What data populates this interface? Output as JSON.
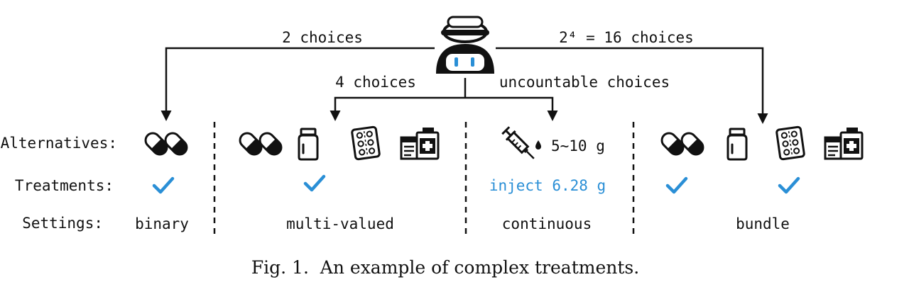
{
  "branches": {
    "binary_count": "2 choices",
    "multi_count": "4 choices",
    "continuous_count": "uncountable choices",
    "bundle_count": "2⁴ = 16 choices"
  },
  "rows": {
    "alternatives": "Alternatives:",
    "treatments": "Treatments:",
    "settings": "Settings:"
  },
  "dose_range": "5~10 g",
  "inject_amount": "inject 6.28 g",
  "settings": {
    "binary": "binary",
    "multi": "multi-valued",
    "continuous": "continuous",
    "bundle": "bundle"
  },
  "caption": "Fig. 1.  An example of complex treatments.",
  "colors": {
    "check": "#2a8fd6",
    "robot_eyes": "#2a8fd6",
    "ink": "#111111"
  },
  "icons": [
    "robot-icon",
    "capsule-pills-icon",
    "pill-bottle-icon",
    "blister-pack-icon",
    "medicine-box-icon",
    "syringe-icon",
    "check-icon"
  ]
}
